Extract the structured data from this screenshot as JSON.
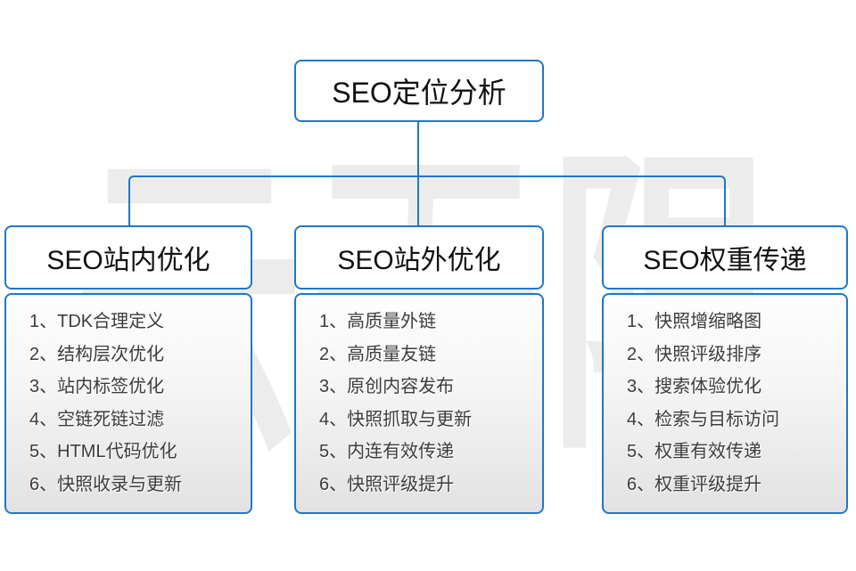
{
  "watermark": {
    "text": "云无限"
  },
  "root": {
    "label": "SEO定位分析"
  },
  "colors": {
    "line_and_border": "#1e78c8",
    "header_text": "#111111",
    "list_text": "#3c3c3c",
    "panel_gradient_top": "#fefefe",
    "panel_gradient_bottom": "#e2e2e2",
    "watermark_gray": "#ececec"
  },
  "columns": [
    {
      "header": "SEO站内优化",
      "items": [
        "1、TDK合理定义",
        "2、结构层次优化",
        "3、站内标签优化",
        "4、空链死链过滤",
        "5、HTML代码优化",
        "6、快照收录与更新"
      ]
    },
    {
      "header": "SEO站外优化",
      "items": [
        "1、高质量外链",
        "2、高质量友链",
        "3、原创内容发布",
        "4、快照抓取与更新",
        "5、内连有效传递",
        "6、快照评级提升"
      ]
    },
    {
      "header": "SEO权重传递",
      "items": [
        "1、快照增缩略图",
        "2、快照评级排序",
        "3、搜索体验优化",
        "4、检索与目标访问",
        "5、权重有效传递",
        "6、权重评级提升"
      ]
    }
  ]
}
